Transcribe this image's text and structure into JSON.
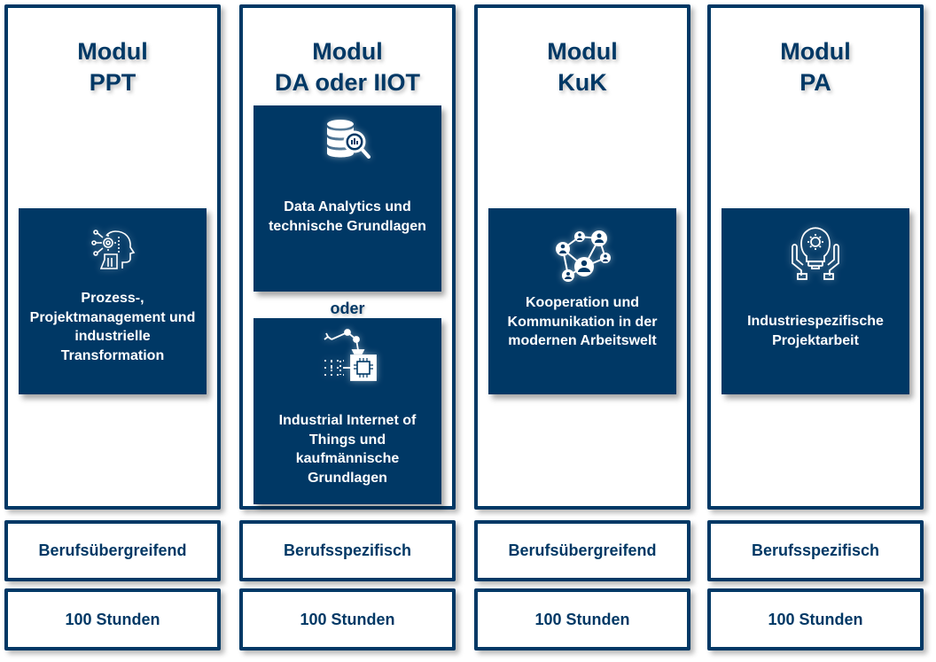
{
  "brand_color": "#003865",
  "modules": [
    {
      "title_line1": "Modul",
      "title_line2": "PPT",
      "cards": [
        {
          "icon": "ai-head-gear-icon",
          "text": "Prozess-, Projektmanagement und industrielle Transformation"
        }
      ],
      "category": "Berufsübergreifend",
      "hours": "100 Stunden"
    },
    {
      "title_line1": "Modul",
      "title_line2": "DA oder IIOT",
      "cards": [
        {
          "icon": "database-search-icon",
          "text": "Data Analytics und technische Grundlagen"
        },
        {
          "icon": "robot-arm-chip-icon",
          "text": "Industrial Internet of Things und kaufmännische Grundlagen"
        }
      ],
      "separator": "oder",
      "category": "Berufsspezifisch",
      "hours": "100 Stunden"
    },
    {
      "title_line1": "Modul",
      "title_line2": "KuK",
      "cards": [
        {
          "icon": "people-network-icon",
          "text": "Kooperation und Kommunikation in der modernen Arbeitswelt"
        }
      ],
      "category": "Berufsübergreifend",
      "hours": "100 Stunden"
    },
    {
      "title_line1": "Modul",
      "title_line2": "PA",
      "cards": [
        {
          "icon": "hands-lightbulb-gear-icon",
          "text": "Industriespezifische Projektarbeit"
        }
      ],
      "category": "Berufsspezifisch",
      "hours": "100 Stunden"
    }
  ]
}
